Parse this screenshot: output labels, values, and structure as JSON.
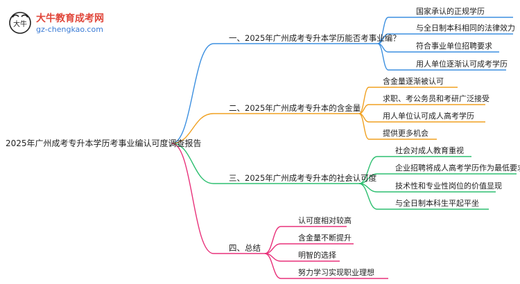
{
  "logo": {
    "name": "大牛教育成考网",
    "url": "gz-chengkao.com",
    "mark_text": "大牛"
  },
  "root": {
    "label": "2025年广州成考专升本学历考事业编认可度调查报告"
  },
  "branches": [
    {
      "label": "一、2025年广州成考专升本学历能否考事业编？",
      "color": "#3b8fe0",
      "items": [
        "国家承认的正规学历",
        "与全日制本科相同的法律效力",
        "符合事业单位招聘要求",
        "用人单位逐渐认可成考学历"
      ]
    },
    {
      "label": "二、2025年广州成考专升本的含金量",
      "color": "#f0a020",
      "items": [
        "含金量逐渐被认可",
        "求职、考公务员和考研广泛接受",
        "用人单位认可成人高考学历",
        "提供更多机会"
      ]
    },
    {
      "label": "三、2025年广州成考专升本的社会认可度",
      "color": "#2dbf70",
      "items": [
        "社会对成人教育重视",
        "企业招聘将成人高考学历作为最低要求",
        "技术性和专业性岗位的价值显现",
        "与全日制本科生平起平坐"
      ]
    },
    {
      "label": "四、总结",
      "color": "#e8317a",
      "items": [
        "认可度相对较高",
        "含金量不断提升",
        "明智的选择",
        "努力学习实现职业理想"
      ]
    }
  ]
}
